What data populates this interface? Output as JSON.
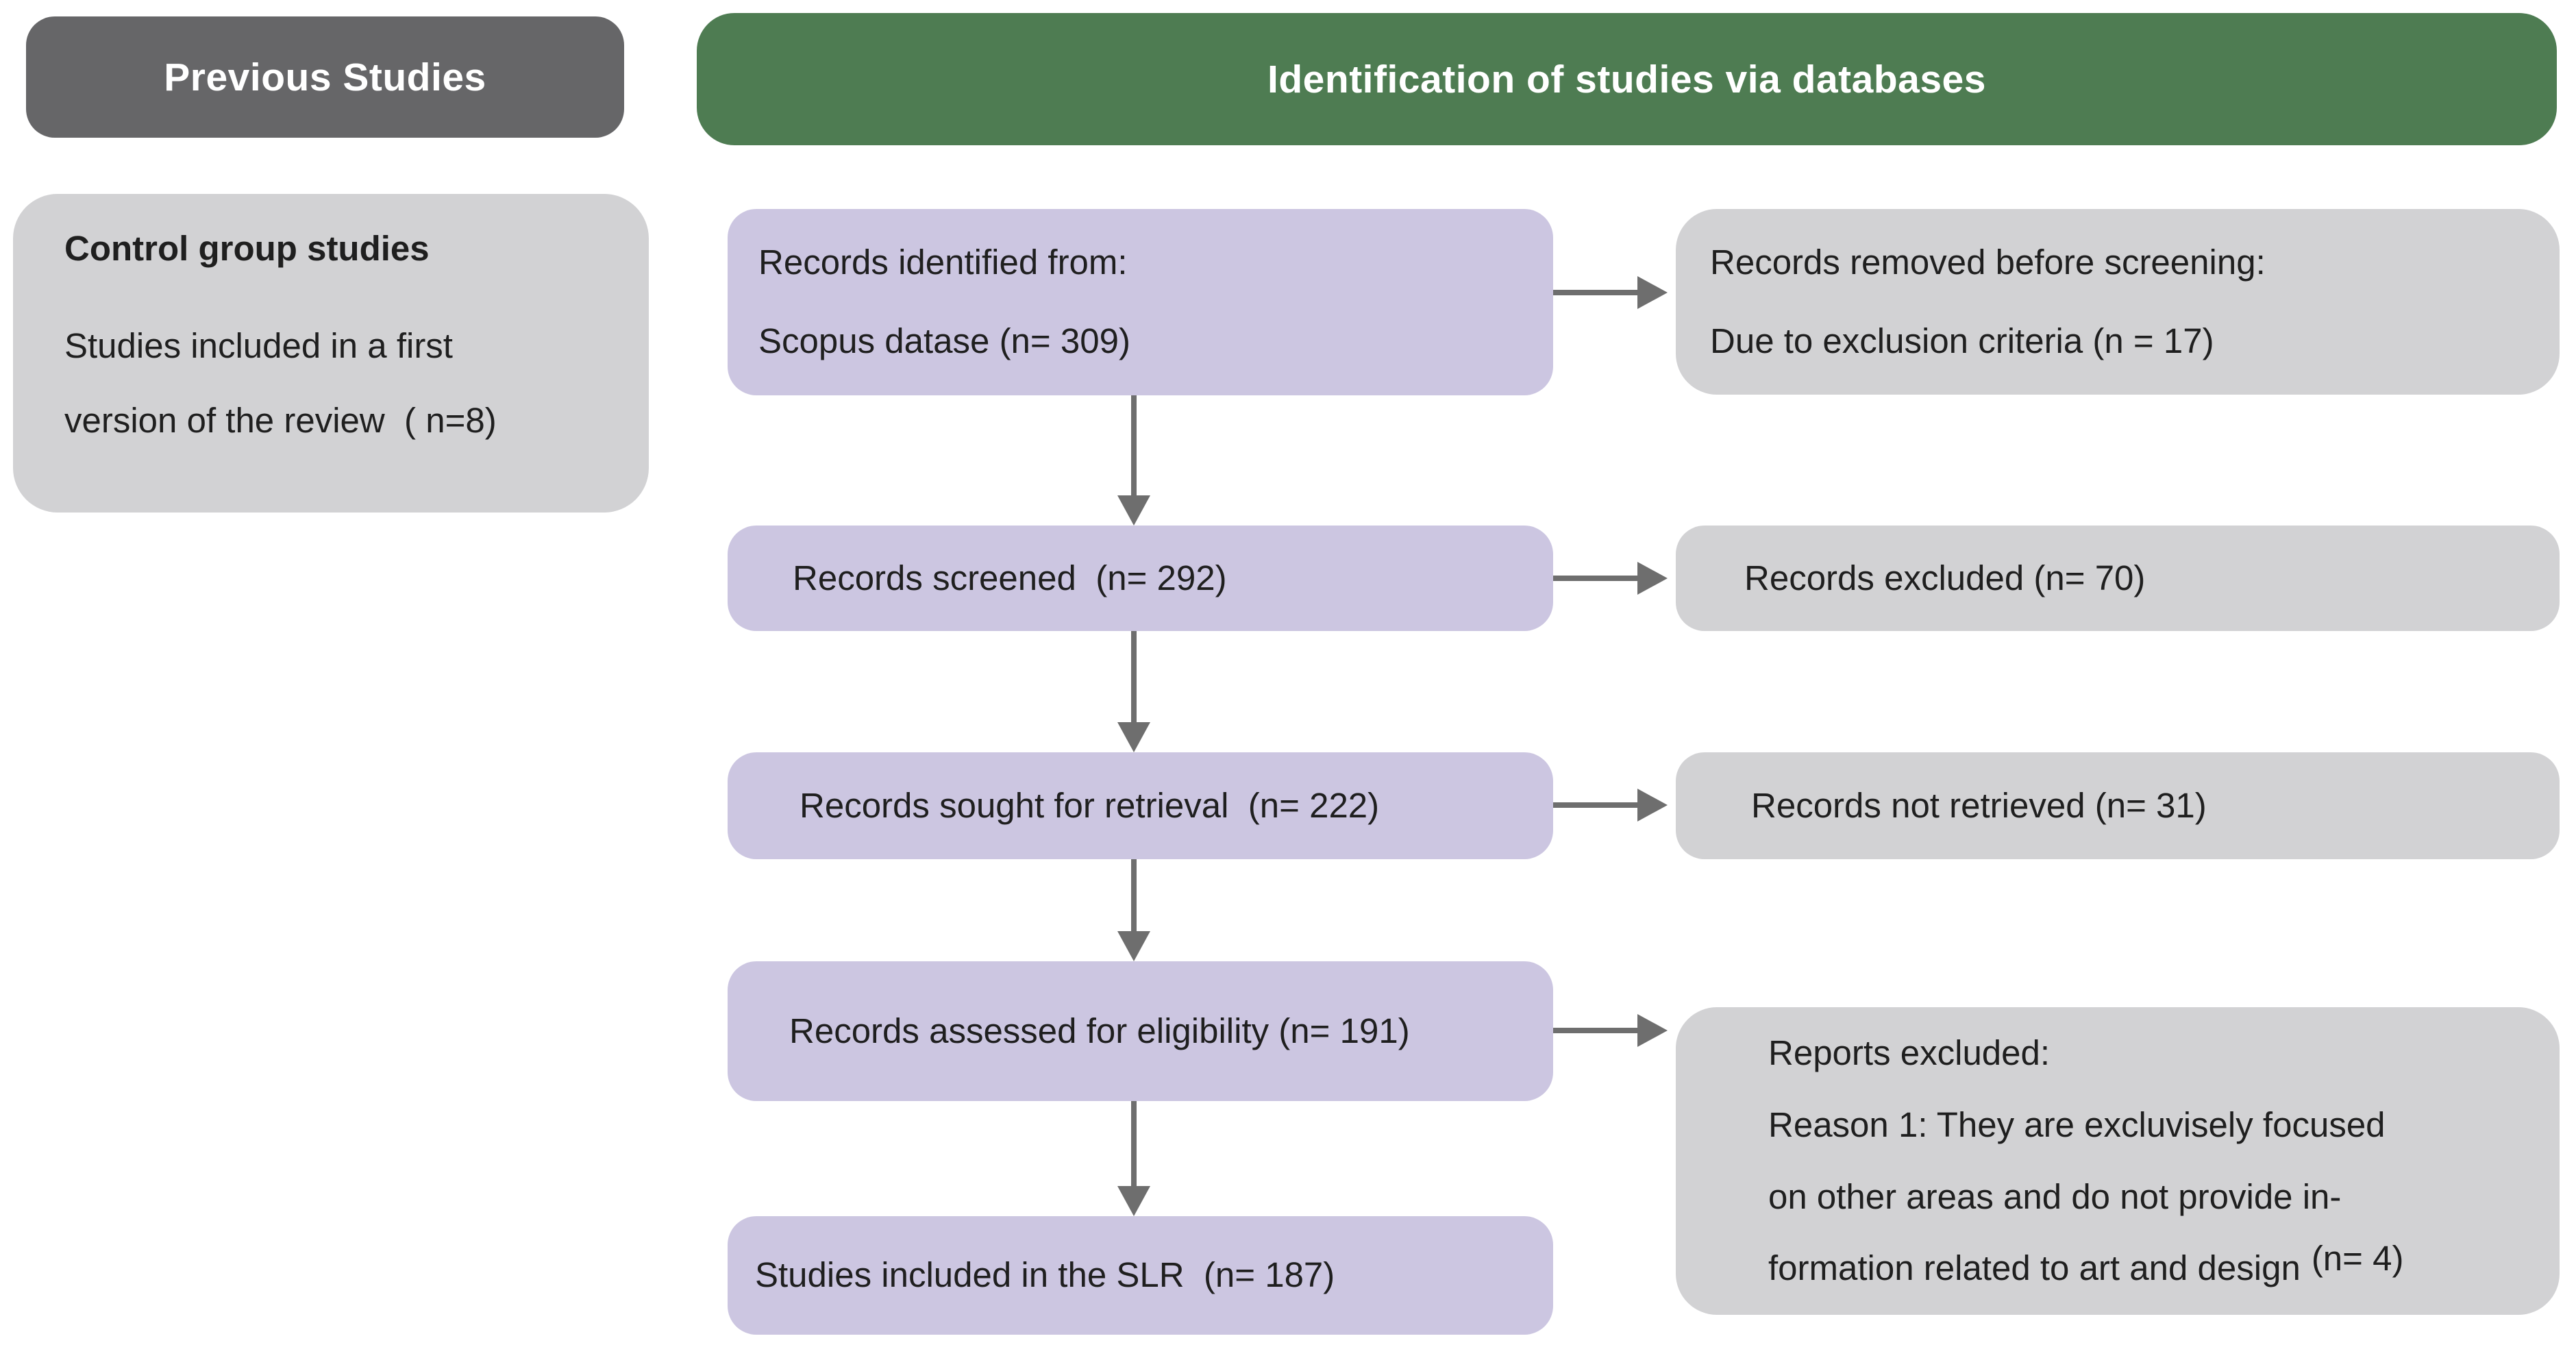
{
  "colors": {
    "header_gray": "#666668",
    "header_green": "#4e7c52",
    "box_purple": "#ccc6e1",
    "box_gray": "#d2d2d4",
    "arrow_gray": "#6e6e6e",
    "text": "#1f1f1f"
  },
  "headers": {
    "previous_studies": "Previous Studies",
    "identification": "Identification of studies via databases"
  },
  "previous_studies_box": {
    "title": "Control group studies",
    "lines": [
      "Studies included in a first",
      "version of the review  ( n=8)"
    ]
  },
  "flow": {
    "step1": {
      "main_lines": [
        "Records identified from:",
        "Scopus datase (n= 309)"
      ],
      "side_lines": [
        "Records removed before screening:",
        "Due to exclusion criteria (n = 17)"
      ]
    },
    "step2": {
      "main": "Records screened  (n= 292)",
      "side": "Records excluded (n= 70)"
    },
    "step3": {
      "main": "Records sought for retrieval  (n= 222)",
      "side": "Records not retrieved (n= 31)"
    },
    "step4": {
      "main": "Records assessed for eligibility (n= 191)",
      "side_lines": [
        "Reports excluded:",
        "Reason 1: They are excluvisely focused",
        "on other areas and do not provide in-",
        "formation related to art and design"
      ],
      "side_suffix": "(n= 4)"
    },
    "step5": {
      "main": "Studies included in the SLR  (n= 187)"
    }
  }
}
